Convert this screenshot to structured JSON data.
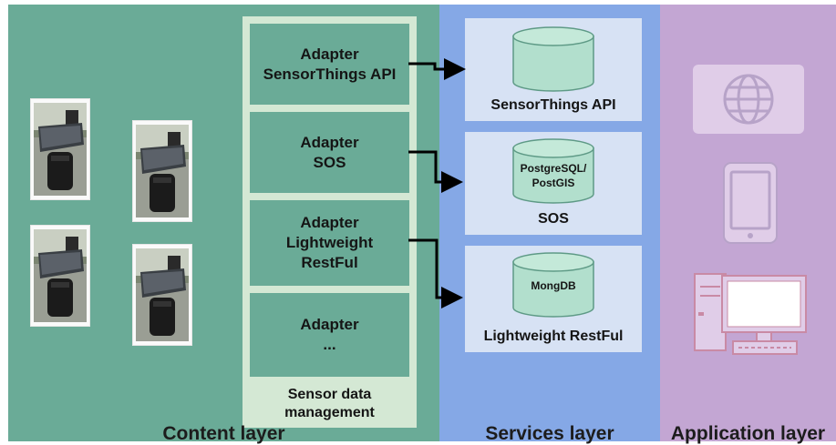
{
  "layers": {
    "content": {
      "label": "Content layer"
    },
    "services": {
      "label": "Services layer"
    },
    "application": {
      "label": "Application layer"
    }
  },
  "sensor_data_management": {
    "label_line1": "Sensor data",
    "label_line2": "management",
    "adapters": [
      {
        "line1": "Adapter",
        "line2": "SensorThings API",
        "line3": ""
      },
      {
        "line1": "Adapter",
        "line2": "SOS",
        "line3": ""
      },
      {
        "line1": "Adapter",
        "line2": "Lightweight",
        "line3": "RestFul"
      },
      {
        "line1": "Adapter",
        "line2": "...",
        "line3": ""
      }
    ]
  },
  "services": [
    {
      "label": "SensorThings API",
      "db_line1": "",
      "db_line2": ""
    },
    {
      "label": "SOS",
      "db_line1": "PostgreSQL/",
      "db_line2": "PostGIS"
    },
    {
      "label": "Lightweight RestFul",
      "db_line1": "MongDB",
      "db_line2": ""
    }
  ],
  "application_icons": [
    "globe-icon",
    "smartphone-icon",
    "desktop-computer-icon"
  ],
  "colors": {
    "content_layer": "#6aab97",
    "services_layer": "#85a8e6",
    "application_layer": "#c3a6d3",
    "sdm_frame": "#d4e8d4",
    "service_box": "#d7e2f4",
    "database": "#b2dfcd",
    "app_icon_fill": "#e0cde8",
    "app_icon_stroke": "#b7a3c8"
  }
}
